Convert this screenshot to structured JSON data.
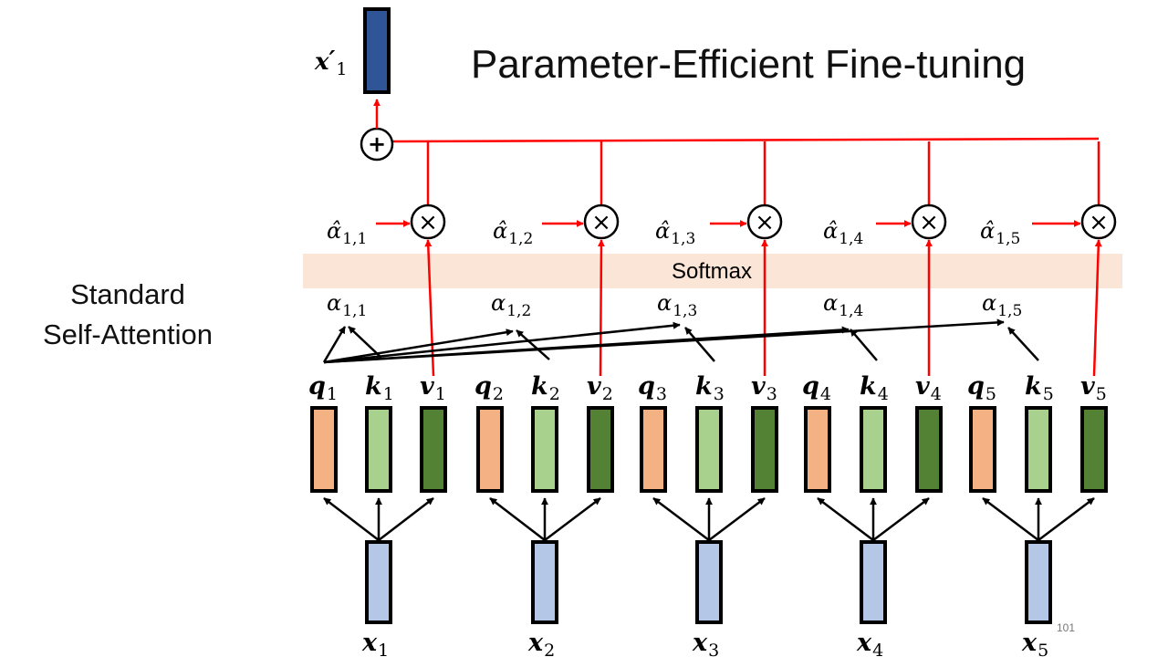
{
  "slide": {
    "title": "Parameter-Efficient Fine-tuning",
    "side_label_line1": "Standard",
    "side_label_line2": "Self-Attention",
    "page_number": "101"
  },
  "diagram": {
    "softmax_label": "Softmax",
    "output": {
      "base": "x",
      "prime": "′",
      "sub": "1"
    },
    "plus_symbol": "+",
    "times_symbol": "×",
    "hat_alpha": [
      {
        "base": "α̂",
        "sub": "1,1"
      },
      {
        "base": "α̂",
        "sub": "1,2"
      },
      {
        "base": "α̂",
        "sub": "1,3"
      },
      {
        "base": "α̂",
        "sub": "1,4"
      },
      {
        "base": "α̂",
        "sub": "1,5"
      }
    ],
    "alpha": [
      {
        "base": "α",
        "sub": "1,1"
      },
      {
        "base": "α",
        "sub": "1,2"
      },
      {
        "base": "α",
        "sub": "1,3"
      },
      {
        "base": "α",
        "sub": "1,4"
      },
      {
        "base": "α",
        "sub": "1,5"
      }
    ],
    "groups": [
      {
        "q": "q",
        "k": "k",
        "v": "v",
        "x": "x",
        "sub": "1"
      },
      {
        "q": "q",
        "k": "k",
        "v": "v",
        "x": "x",
        "sub": "2"
      },
      {
        "q": "q",
        "k": "k",
        "v": "v",
        "x": "x",
        "sub": "3"
      },
      {
        "q": "q",
        "k": "k",
        "v": "v",
        "x": "x",
        "sub": "4"
      },
      {
        "q": "q",
        "k": "k",
        "v": "v",
        "x": "x",
        "sub": "5"
      }
    ],
    "colors": {
      "query": "#f4b183",
      "key": "#a9d18e",
      "value": "#548235",
      "input": "#b4c7e7",
      "output": "#2f5597",
      "softmax_band": "#fbe5d6",
      "highlight_line": "#ff0000",
      "line": "#000000"
    }
  }
}
